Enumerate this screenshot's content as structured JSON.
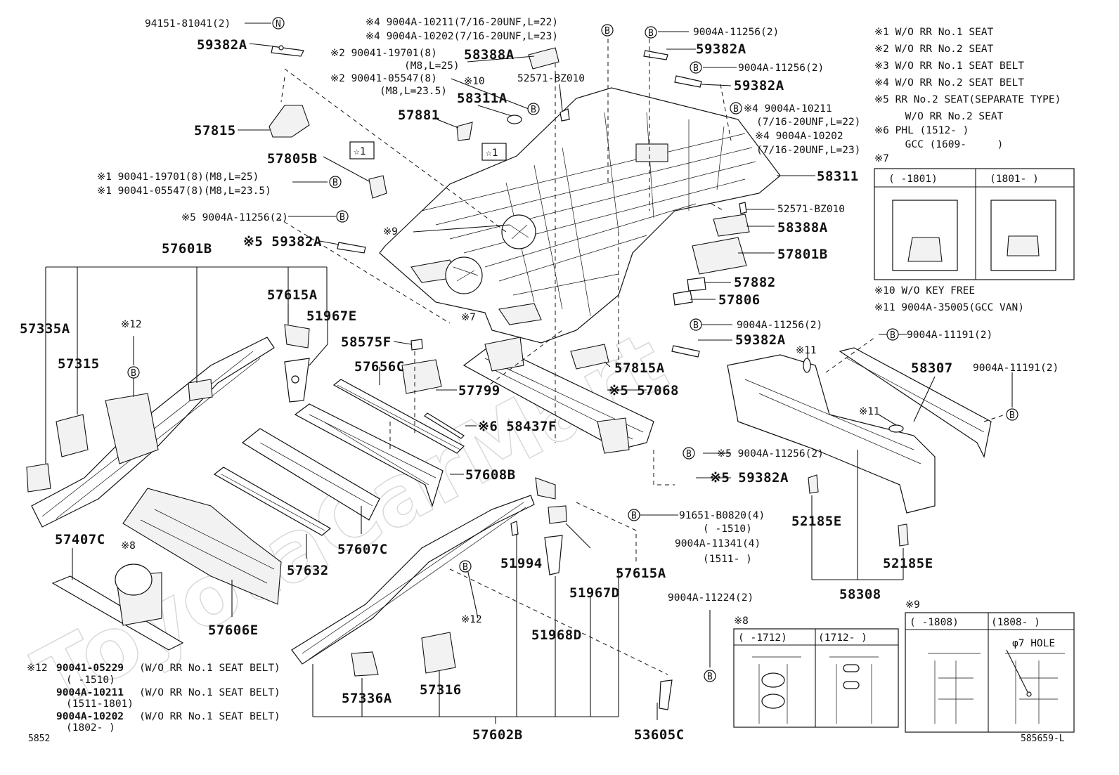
{
  "watermark": "ToyotaCarMart",
  "parts": {
    "p94151": "94151-81041(2)",
    "p59382A_1": "59382A",
    "p57815": "57815",
    "p57805B": "57805B",
    "star1a": "☆1",
    "star1b": "☆1",
    "n1_19701": "※1 90041-19701(8)(M8,L=25)",
    "n1_05547": "※1 90041-05547(8)(M8,L=23.5)",
    "n5_11256": "※5 9004A-11256(2)",
    "n5_59382A": "※5 59382A",
    "n4_10211_top": "※4 9004A-10211(7/16-20UNF,L=22)",
    "n4_10202_top": "※4 9004A-10202(7/16-20UNF,L=23)",
    "n2_19701": "※2 90041-19701(8)",
    "n2_19701_sub": "(M8,L=25)",
    "n2_05547": "※2 90041-05547(8)",
    "n2_05547_sub": "(M8,L=23.5)",
    "p58388A_top": "58388A",
    "n10": "※10",
    "p58311A": "58311A",
    "p52571_top": "52571-BZ010",
    "p57881": "57881",
    "n9": "※9",
    "n7": "※7",
    "p11256_r1": "9004A-11256(2)",
    "p59382A_r1": "59382A",
    "p11256_r2": "9004A-11256(2)",
    "p59382A_r2": "59382A",
    "n4_10211_r": "※4 9004A-10211",
    "n4_10211_r_sub": "(7/16-20UNF,L=22)",
    "n4_10202_r": "※4 9004A-10202",
    "n4_10202_r_sub": "(7/16-20UNF,L=23)",
    "p58311": "58311",
    "p52571_r": "52571-BZ010",
    "p58388A_r": "58388A",
    "p57801B": "57801B",
    "p57882": "57882",
    "p57806": "57806",
    "p11256_r3": "9004A-11256(2)",
    "p59382A_r3": "59382A",
    "p57815A": "57815A",
    "n5_57068": "※5 57068",
    "p57601B": "57601B",
    "p57615A_top": "57615A",
    "p51967E": "51967E",
    "p57335A": "57335A",
    "n12_left": "※12",
    "p57315": "57315",
    "p58575F": "58575F",
    "p57656C": "57656C",
    "p57799": "57799",
    "n6_58437F": "※6 58437F",
    "p57608B": "57608B",
    "p57607C": "57607C",
    "p57632": "57632",
    "p57407C": "57407C",
    "n8": "※8",
    "p57606E": "57606E",
    "n12_a": "※12",
    "n12_05229": "90041-05229",
    "n12_05229_note": "(W/O RR No.1 SEAT BELT)",
    "n12_05229_date": "(      -1510)",
    "n12_10211": "9004A-10211",
    "n12_10211_note": "(W/O RR No.1 SEAT BELT)",
    "n12_10211_date": "(1511-1801)",
    "n12_10202": "9004A-10202",
    "n12_10202_note": "(W/O RR No.1 SEAT BELT)",
    "n12_10202_date": "(1802-      )",
    "p57336A": "57336A",
    "p57316": "57316",
    "p57602B": "57602B",
    "n12_mid": "※12",
    "p51994": "51994",
    "p51967D": "51967D",
    "p51968D": "51968D",
    "p57615A_bot": "57615A",
    "n5_11256_b": "※5 9004A-11256(2)",
    "n5_59382A_b": "※5 59382A",
    "p91651": "91651-B0820(4)",
    "p91651_date": "(      -1510)",
    "p11341": "9004A-11341(4)",
    "p11341_date": "(1511-      )",
    "p11224": "9004A-11224(2)",
    "p53605C": "53605C",
    "n11_a": "※11",
    "n11_b": "※11",
    "p11191_top": "9004A-11191(2)",
    "p11191_r": "9004A-11191(2)",
    "p58307": "58307",
    "p52185E_a": "52185E",
    "p52185E_b": "52185E",
    "p58308": "58308",
    "code_left": "5852",
    "code_right": "585659-L"
  },
  "notes": [
    "※1 W/O RR No.1 SEAT",
    "※2 W/O RR No.2 SEAT",
    "※3 W/O RR No.1 SEAT BELT",
    "※4 W/O RR No.2 SEAT BELT",
    "※5 RR No.2 SEAT(SEPARATE TYPE)",
    "     W/O RR No.2 SEAT",
    "※6 PHL (1512-     )",
    "     GCC (1609-     )",
    "※7"
  ],
  "notes_lower": [
    "※10 W/O KEY FREE",
    "※11 9004A-35005(GCC VAN)"
  ],
  "inset7": {
    "col1": "(      -1801)",
    "col2": "(1801-      )"
  },
  "inset8": {
    "label": "※8",
    "col1": "(      -1712)",
    "col2": "(1712-      )"
  },
  "inset9": {
    "label": "※9",
    "col1": "(      -1808)",
    "col2": "(1808-      )",
    "hole": "φ7 HOLE"
  },
  "symbols": {
    "b": "B",
    "n": "N"
  }
}
